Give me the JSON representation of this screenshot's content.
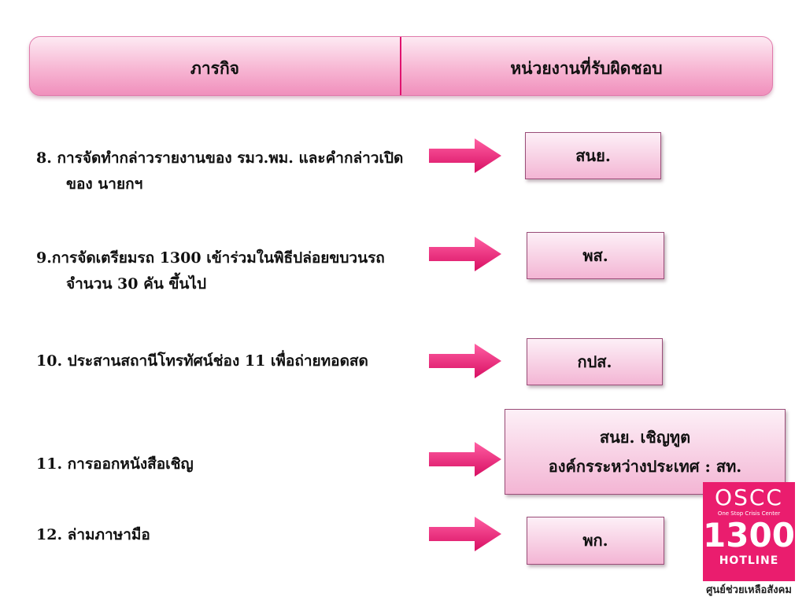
{
  "header": {
    "col_task": "ภารกิจ",
    "col_owner": "หน่วยงานที่รับผิดชอบ"
  },
  "rows": [
    {
      "task": "8. การจัดทำกล่าวรายงานของ รมว.พม. และคำกล่าวเปิดของ นายกฯ",
      "owner": [
        "สนย."
      ]
    },
    {
      "task": "9.การจัดเตรียมรถ 1300 เข้าร่วมในพิธีปล่อยขบวนรถ จำนวน 30 คัน ขึ้นไป",
      "owner": [
        "พส."
      ]
    },
    {
      "task": "10. ประสานสถานีโทรทัศน์ช่อง 11 เพื่อถ่ายทอดสด",
      "owner": [
        "กปส."
      ]
    },
    {
      "task": "11. การออกหนังสือเชิญ",
      "owner": [
        "สนย. เชิญทูต",
        "องค์กรระหว่างประเทศ : สท."
      ]
    },
    {
      "task": "12. ล่ามภาษามือ",
      "owner": [
        "พก."
      ]
    }
  ],
  "logo": {
    "line1": "OSCC",
    "line2": "One Stop Crisis Center",
    "line3": "1300",
    "line4": "HOTLINE",
    "caption": "ศูนย์ช่วยเหลือสังคม"
  },
  "colors": {
    "accent": "#ea1d6e",
    "header_fill": "#f7b6d3"
  }
}
